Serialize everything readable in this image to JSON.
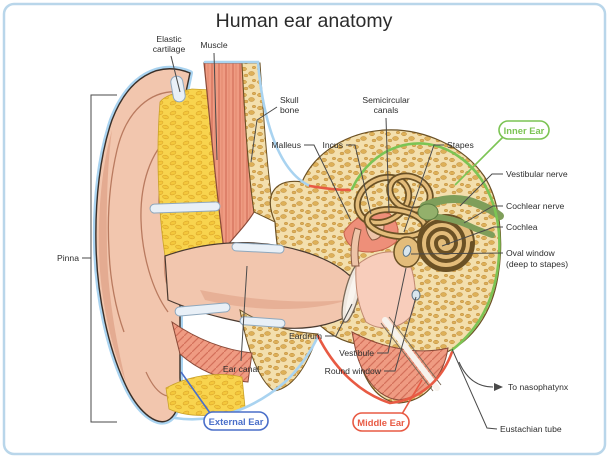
{
  "title": "Human ear anatomy",
  "badges": {
    "inner": {
      "label": "Inner Ear",
      "color": "#7cc454"
    },
    "external": {
      "label": "External Ear",
      "color": "#4a6fc9"
    },
    "middle": {
      "label": "Middle Ear",
      "color": "#e85a43"
    }
  },
  "labels": {
    "elastic_cartilage": {
      "line1": "Elastic",
      "line2": "cartilage"
    },
    "muscle": {
      "text": "Muscle"
    },
    "skull_bone": {
      "line1": "Skull",
      "line2": "bone"
    },
    "semicircular_canals": {
      "line1": "Semicircular",
      "line2": "canals"
    },
    "malleus": {
      "text": "Malleus"
    },
    "incus": {
      "text": "Incus"
    },
    "stapes": {
      "text": "Stapes"
    },
    "vestibular_nerve": {
      "text": "Vestibular nerve"
    },
    "cochlear_nerve": {
      "text": "Cochlear nerve"
    },
    "cochlea": {
      "text": "Cochlea"
    },
    "oval_window": {
      "line1": "Oval window",
      "line2": "(deep to stapes)"
    },
    "pinna": {
      "text": "Pinna"
    },
    "eardrum": {
      "text": "Eardrum"
    },
    "vestibule": {
      "text": "Vestibule"
    },
    "round_window": {
      "text": "Round window"
    },
    "ear_canal": {
      "text": "Ear canal"
    },
    "to_nasopharynx": {
      "text": "To nasophatynx"
    },
    "eustachian_tube": {
      "text": "Eustachian tube"
    }
  },
  "colors": {
    "frame": "#b9d6ea",
    "skin": "#f2c6ae",
    "skin_shade": "#e2a68c",
    "bone": "#f3dfad",
    "bone_spot": "#d9a94f",
    "fat": "#f8d44e",
    "muscle": "#ef9b82",
    "muscle_stripe": "#d4705a",
    "cartilage": "#e9f0f7",
    "nerve": "#7f9e5a",
    "leader": "#4a4a4a",
    "text": "#2e2e2e"
  }
}
